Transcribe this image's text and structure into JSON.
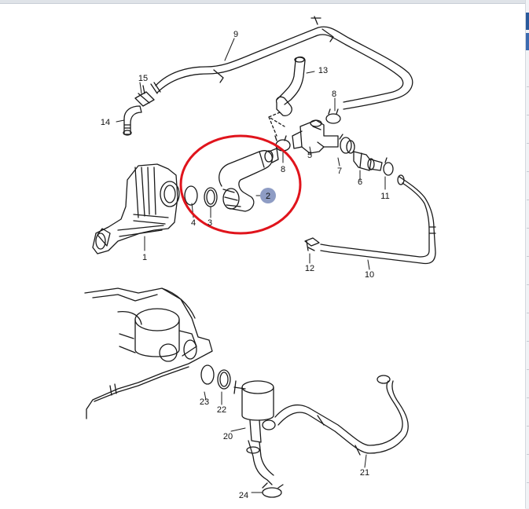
{
  "diagram": {
    "callouts": [
      {
        "id": "c1",
        "label": "1"
      },
      {
        "id": "c2",
        "label": "2"
      },
      {
        "id": "c3",
        "label": "3"
      },
      {
        "id": "c4",
        "label": "4"
      },
      {
        "id": "c5",
        "label": "5"
      },
      {
        "id": "c6",
        "label": "6"
      },
      {
        "id": "c7",
        "label": "7"
      },
      {
        "id": "c8a",
        "label": "8"
      },
      {
        "id": "c8b",
        "label": "8"
      },
      {
        "id": "c9",
        "label": "9"
      },
      {
        "id": "c10",
        "label": "10"
      },
      {
        "id": "c11",
        "label": "11"
      },
      {
        "id": "c12",
        "label": "12"
      },
      {
        "id": "c13",
        "label": "13"
      },
      {
        "id": "c14",
        "label": "14"
      },
      {
        "id": "c15",
        "label": "15"
      },
      {
        "id": "c20",
        "label": "20"
      },
      {
        "id": "c21",
        "label": "21"
      },
      {
        "id": "c22",
        "label": "22"
      },
      {
        "id": "c23",
        "label": "23"
      },
      {
        "id": "c24",
        "label": "24"
      }
    ],
    "highlight": {
      "part": "2",
      "circle_color": "#e0141c",
      "marker_color": "#8e9cc4"
    }
  }
}
